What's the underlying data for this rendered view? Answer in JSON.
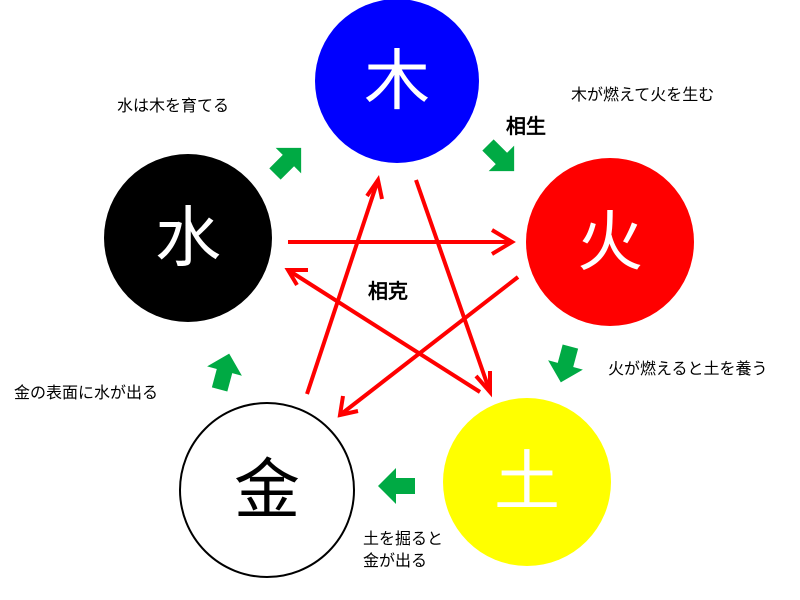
{
  "elements": {
    "wood": {
      "label": "木",
      "fill": "#0000ff",
      "text_color": "#ffffff"
    },
    "fire": {
      "label": "火",
      "fill": "#ff0000",
      "text_color": "#ffffff"
    },
    "earth": {
      "label": "土",
      "fill": "#ffff00",
      "text_color": "#ffffff"
    },
    "metal": {
      "label": "金",
      "fill": "#ffffff",
      "text_color": "#000000"
    },
    "water": {
      "label": "水",
      "fill": "#000000",
      "text_color": "#ffffff"
    }
  },
  "cycles": {
    "generating_label": "相生",
    "overcoming_label": "相克"
  },
  "notes": {
    "water_wood": "水は木を育てる",
    "wood_fire": "木が燃えて火を生む",
    "fire_earth": "火が燃えると土を養う",
    "earth_metal_line1": "土を掘ると",
    "earth_metal_line2": "金が出る",
    "metal_water": "金の表面に水が出る"
  },
  "colors": {
    "generating_arrow": "#00aa44",
    "overcoming_arrow": "#ff0000",
    "outline": "#000000"
  }
}
